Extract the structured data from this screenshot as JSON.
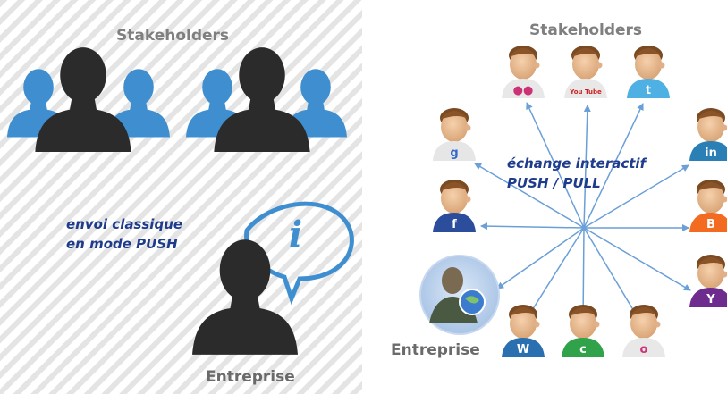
{
  "left_panel": {
    "stakeholders_label": "Stakeholders",
    "push_text_line1": "envoi classique",
    "push_text_line2": "en mode PUSH",
    "enterprise_label": "Entreprise",
    "info_bubble_glyph": "i"
  },
  "right_panel": {
    "stakeholders_label": "Stakeholders",
    "exchange_text_line1": "échange interactif",
    "exchange_text_line2": "PUSH / PULL",
    "enterprise_label": "Entreprise",
    "badges": [
      {
        "name": "flickr",
        "glyph": "●●",
        "color": "#e8e8e8"
      },
      {
        "name": "youtube",
        "glyph": "You Tube",
        "color": "#e8e8e8"
      },
      {
        "name": "twitter",
        "glyph": "t",
        "color": "#4fb0e3"
      },
      {
        "name": "google",
        "glyph": "g",
        "color": "#e6e6e6"
      },
      {
        "name": "linkedin",
        "glyph": "in",
        "color": "#2a7fb5"
      },
      {
        "name": "facebook",
        "glyph": "f",
        "color": "#2c4d9c"
      },
      {
        "name": "blogger",
        "glyph": "B",
        "color": "#f26b21"
      },
      {
        "name": "yahoo",
        "glyph": "Y",
        "color": "#6e2c8f"
      },
      {
        "name": "wordpress",
        "glyph": "W",
        "color": "#2a6fb0"
      },
      {
        "name": "chat",
        "glyph": "c",
        "color": "#2fa24a"
      },
      {
        "name": "picasa",
        "glyph": "o",
        "color": "#e8e8e8"
      }
    ]
  },
  "colors": {
    "silhouette_dark": "#2b2b2b",
    "silhouette_blue": "#3f8fd0",
    "arrow_blue": "#6a9fd8",
    "text_blue": "#1f3c8c",
    "label_gray": "#7f7f7f"
  }
}
